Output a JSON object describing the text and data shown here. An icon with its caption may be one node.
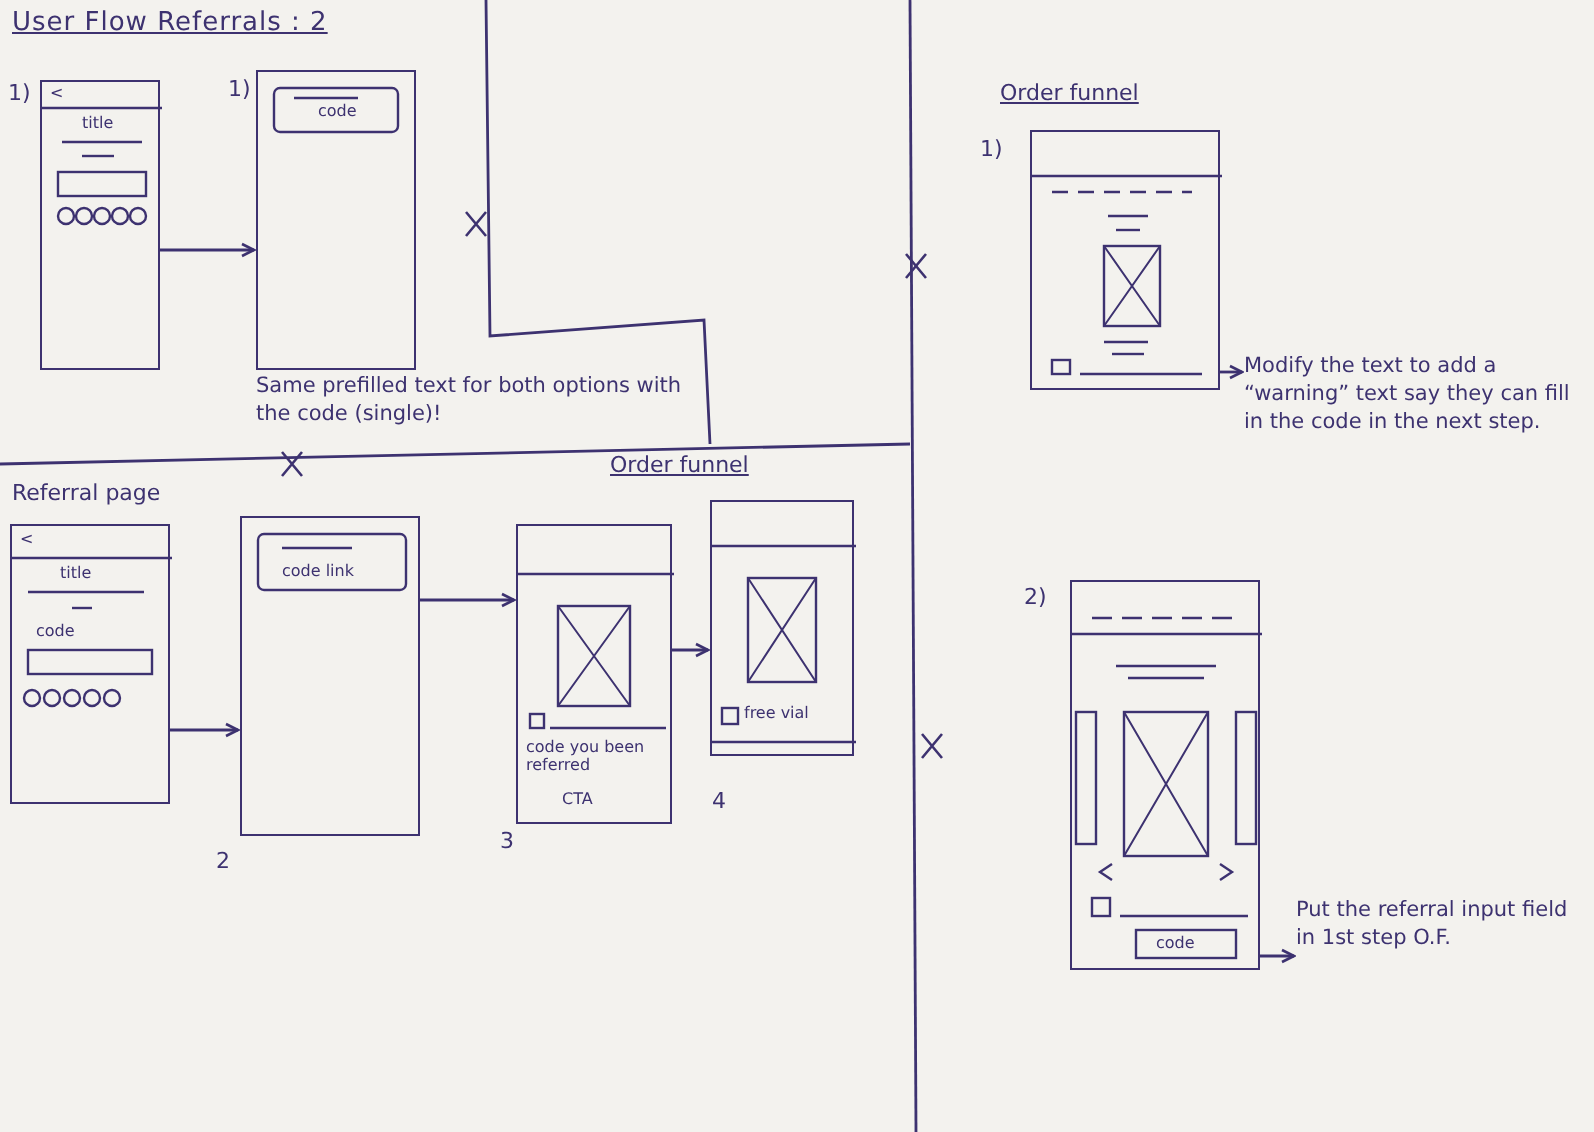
{
  "diagram": {
    "title": "User Flow Referrals : 2",
    "nodes": [
      {
        "text": [
          "<",
          "title"
        ],
        "beside": [
          "1)"
        ]
      },
      {
        "text": [
          "code"
        ],
        "beside": [
          "1)"
        ]
      },
      {
        "text": [
          "Same prefilled text for both options with the code (single)!"
        ]
      },
      {
        "text": [
          "<",
          "title",
          "code"
        ],
        "beside": [
          "Referral page"
        ]
      },
      {
        "text": [
          "code link"
        ],
        "beside": [
          "2"
        ]
      },
      {
        "text": [
          "code you been referred",
          "CTA"
        ],
        "beside": [
          "3"
        ]
      },
      {
        "text": [
          "free vial"
        ],
        "beside": [
          "4"
        ]
      },
      {
        "text": [],
        "shape": "box",
        "beside": [
          "1)"
        ]
      },
      {
        "text": [
          "Modify the text to add a “warning” text say they can fill in the code in the next step."
        ]
      },
      {
        "text": [
          "code"
        ],
        "beside": [
          "2)"
        ]
      },
      {
        "text": [
          "Put the referral input field in 1st step O.F."
        ]
      }
    ],
    "edges": [
      {
        "from": 0,
        "to": 1,
        "arrow": "to"
      },
      {
        "from": 3,
        "to": 4,
        "arrow": "to"
      },
      {
        "from": 4,
        "to": 5,
        "arrow": "to"
      },
      {
        "from": 5,
        "to": 6,
        "arrow": "to"
      },
      {
        "from": 7,
        "to": 8,
        "arrow": "to"
      },
      {
        "from": 9,
        "to": 10,
        "arrow": "to"
      }
    ],
    "labels": [
      "Order funnel",
      "Order funnel"
    ]
  }
}
